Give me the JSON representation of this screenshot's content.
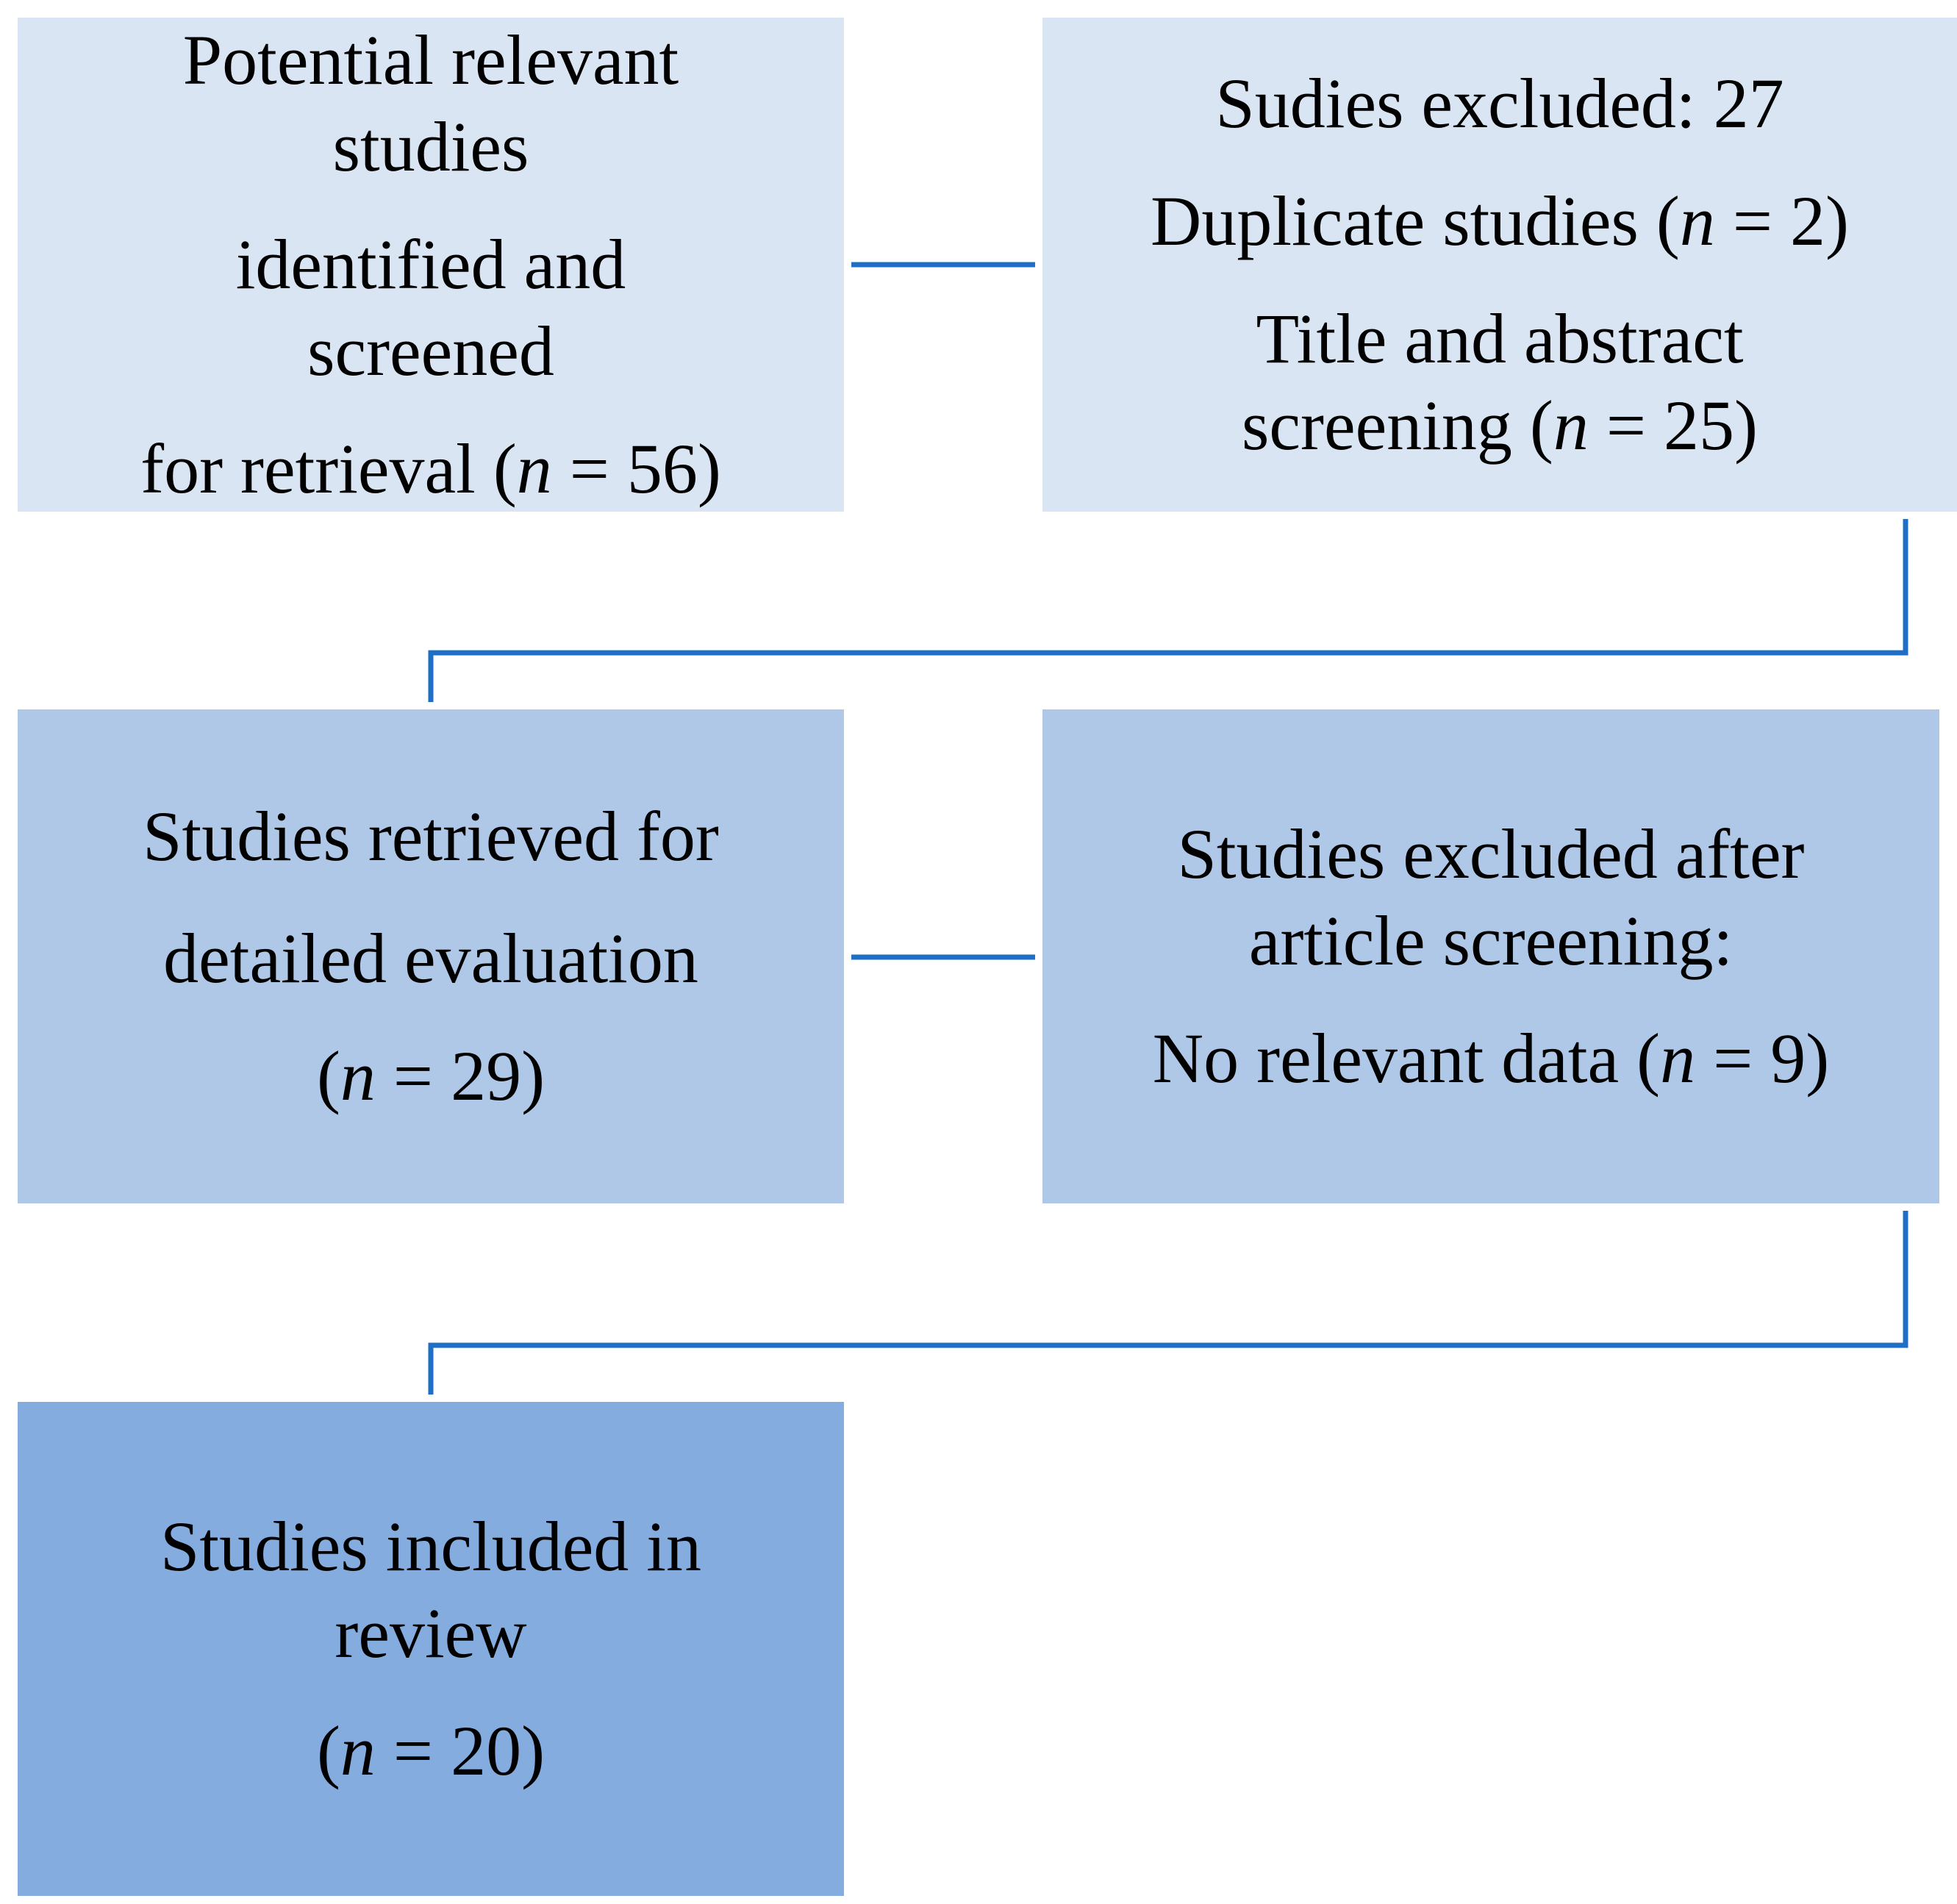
{
  "colors": {
    "box_light": "#dae5f4",
    "box_medium": "#afc8e8",
    "box_dark": "#84acde",
    "connector": "#1f6fc4"
  },
  "boxes": {
    "identified": {
      "lines": [
        "Potential relevant",
        "studies",
        "identified and",
        "screened",
        "for retrieval ("
      ],
      "n_label": "n",
      "count": "= 56)"
    },
    "excluded_first": {
      "title": "Sudies excluded: 27",
      "duplicate_pre": "Duplicate studies (",
      "duplicate_n": "n",
      "duplicate_count": "= 2)",
      "title_abstract_line1": "Title and abstract",
      "title_abstract_pre": "screening (",
      "title_abstract_n": "n",
      "title_abstract_count": "= 25)"
    },
    "retrieved": {
      "line1": "Studies retrieved for",
      "line2": "detailed evaluation",
      "paren_open": "(",
      "n_label": "n",
      "count": "= 29)"
    },
    "excluded_second": {
      "line1": "Studies excluded after",
      "line2": "article screening:",
      "reason_pre": "No relevant data (",
      "reason_n": "n",
      "reason_count": "= 9)"
    },
    "included": {
      "line1": "Studies included in",
      "line2": "review",
      "paren_open": "(",
      "n_label": "n",
      "count": "= 20)"
    }
  }
}
